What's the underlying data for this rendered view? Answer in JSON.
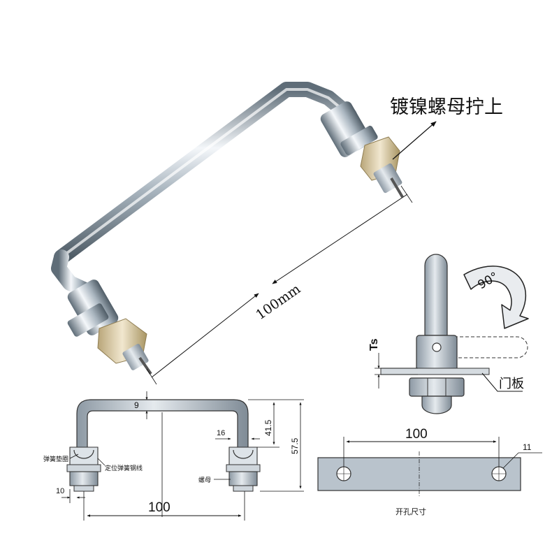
{
  "photo": {
    "nut_label": "镀镍螺母拧上",
    "length_label": "100mm"
  },
  "side_view": {
    "rotation_label": "90°",
    "thickness_label": "Ts",
    "panel_label": "门板"
  },
  "front_view": {
    "width_label": "100",
    "height_total_label": "57.5",
    "height_upper_label": "41.5",
    "rod_thickness_label": "9",
    "bracket_width_label": "16",
    "base_width_label": "10",
    "spring_washer_label": "弹簧垫圈",
    "spring_wire_label": "定位弹簧钢线",
    "nut_label": "螺母"
  },
  "cutout": {
    "spacing_label": "100",
    "hole_label": "11",
    "caption": "开孔尺寸"
  },
  "colors": {
    "steel_dark": "#6c7a86",
    "steel_light": "#f2f5f8",
    "brass": "#d8c9a8",
    "line": "#111111",
    "fill_grey": "#b9c3cc"
  }
}
